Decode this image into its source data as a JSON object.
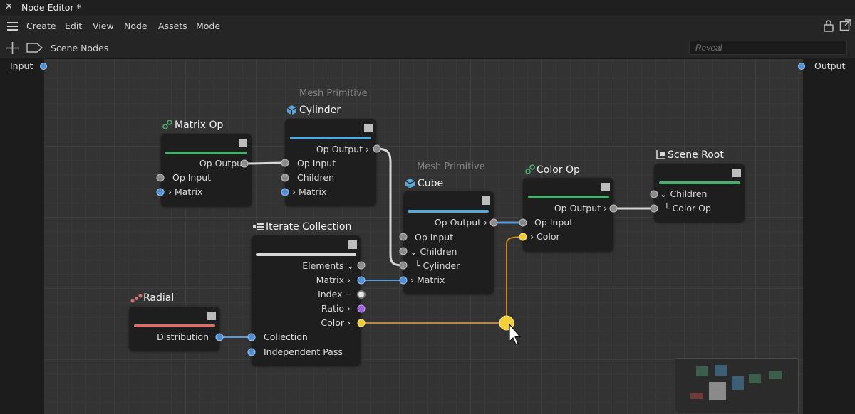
{
  "window": {
    "close_glyph": "✕",
    "title": "Node Editor *"
  },
  "menu": {
    "items": [
      "Create",
      "Edit",
      "View",
      "Node",
      "Assets",
      "Mode"
    ]
  },
  "scope": {
    "label": "Scene Nodes",
    "reveal_placeholder": "Reveal"
  },
  "canvas": {
    "input_label": "Input",
    "output_label": "Output"
  },
  "nodes": {
    "matrix_op": {
      "title": "Matrix Op",
      "ports": [
        "Op Output",
        "Op Input",
        "Matrix"
      ]
    },
    "cylinder": {
      "category": "Mesh Primitive",
      "title": "Cylinder",
      "ports": [
        "Op Output",
        "Op Input",
        "Children",
        "Matrix"
      ]
    },
    "cube": {
      "category": "Mesh Primitive",
      "title": "Cube",
      "ports": [
        "Op Output",
        "Op Input",
        "Children",
        "Cylinder",
        "Matrix"
      ]
    },
    "color_op": {
      "title": "Color Op",
      "ports": [
        "Op Output",
        "Op Input",
        "Color"
      ]
    },
    "scene_root": {
      "title": "Scene Root",
      "ports": [
        "Children",
        "Color Op"
      ]
    },
    "iterate_collection": {
      "title": "Iterate Collection",
      "ports": [
        "Elements",
        "Matrix",
        "Index",
        "Ratio",
        "Color",
        "Collection",
        "Independent Pass"
      ]
    },
    "radial": {
      "title": "Radial",
      "ports": [
        "Distribution"
      ]
    }
  },
  "colors": {
    "op_bar": "#4cae6e",
    "mesh_bar": "#5aa7d6",
    "iterate_bar": "#d8d8d8",
    "radial_bar": "#d86f6f",
    "wire_grey": "#d6d6d6",
    "wire_blue": "#5b9ad8",
    "wire_yellow": "#d9912e"
  }
}
